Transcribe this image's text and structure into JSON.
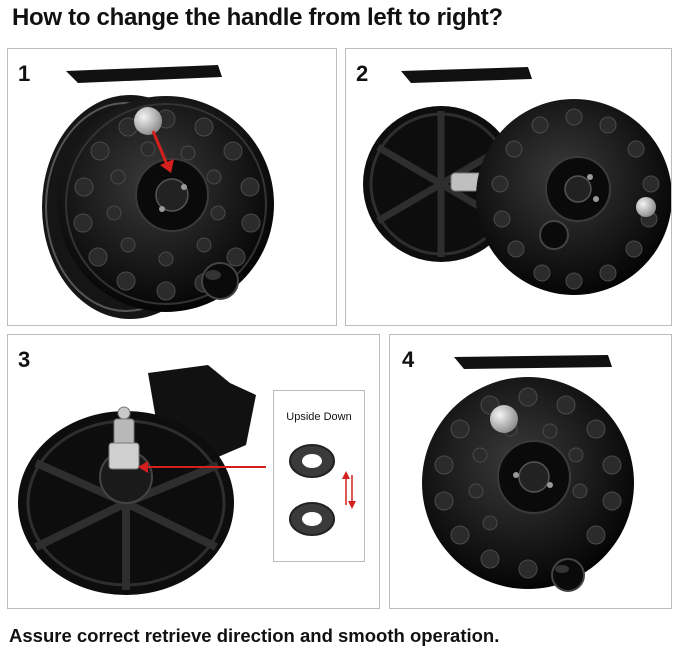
{
  "title": "How to change the handle from left to right?",
  "footer": "Assure correct retrieve direction and smooth operation.",
  "panels": [
    {
      "number": "1"
    },
    {
      "number": "2"
    },
    {
      "number": "3"
    },
    {
      "number": "4"
    }
  ],
  "inset": {
    "label": "Upside Down"
  },
  "colors": {
    "reel": "#0d0d0d",
    "arrow": "#d3201f",
    "frame": "#bdbdbd"
  }
}
